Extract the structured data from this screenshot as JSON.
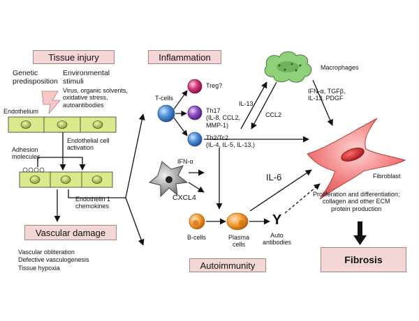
{
  "boxes": {
    "tissue_injury": "Tissue injury",
    "inflammation": "Inflammation",
    "vascular_damage": "Vascular damage",
    "autoimmunity": "Autoimmunity",
    "fibrosis": "Fibrosis"
  },
  "left": {
    "genetic": "Genetic\npredisposition",
    "environmental_title": "Environmental\nstimuli",
    "environmental_list": "Virus, organic solvents,\noxidative stress,\nautoantibodies",
    "endothelium": "Endothelium",
    "endothelial_activation": "Endothelial cell\nactivation",
    "adhesion": "Adhesion\nmolecules",
    "endothelin": "Endothelin 1\nchemokines",
    "vascular_effects": "Vascular obliteration\nDefective vasculogenesis\nTissue hypoxia"
  },
  "cells": {
    "t_cells": "T-cells",
    "treg": "Treg?",
    "th17": "Th17\n(IL-8, CCL2,\nMMP-1)",
    "th2": "Th2/Tc2\n(IL-4, IL-5, IL-13,)",
    "ifn_alpha": "IFN-α",
    "cxcl4": "CXCL4",
    "b_cells": "B-cells",
    "plasma": "Plasma\ncells",
    "auto": "Auto\nantibodies",
    "y_symbol": "Y"
  },
  "right": {
    "il13": "IL-13",
    "ccl2": "CCL2",
    "macrophages": "Macrophages",
    "mac_factors": "IFN-α, TGFβ,\nIL-13, PDGF",
    "il6": "IL-6",
    "fibroblast": "Fibroblast",
    "proliferation": "Proliferation and differentiation;\ncollagen and other ECM\nprotein production"
  },
  "colors": {
    "box_fill": "#f3d6d6",
    "endothelial_cell": "#d7e86a",
    "t_cell": "#4a8fd6",
    "treg": "#d6347a",
    "th17": "#8e4cc4",
    "b_cell": "#f29a2e",
    "plasma_cell": "#f5a623",
    "macrophage": "#8fd07a",
    "dendritic": "#8c8c8c",
    "fibroblast": "#f07a7a"
  },
  "icons": [
    "lightning-icon",
    "y-antibody-icon",
    "macrophage-cloud-icon",
    "dendritic-cell-icon",
    "fibroblast-spindle-icon"
  ]
}
